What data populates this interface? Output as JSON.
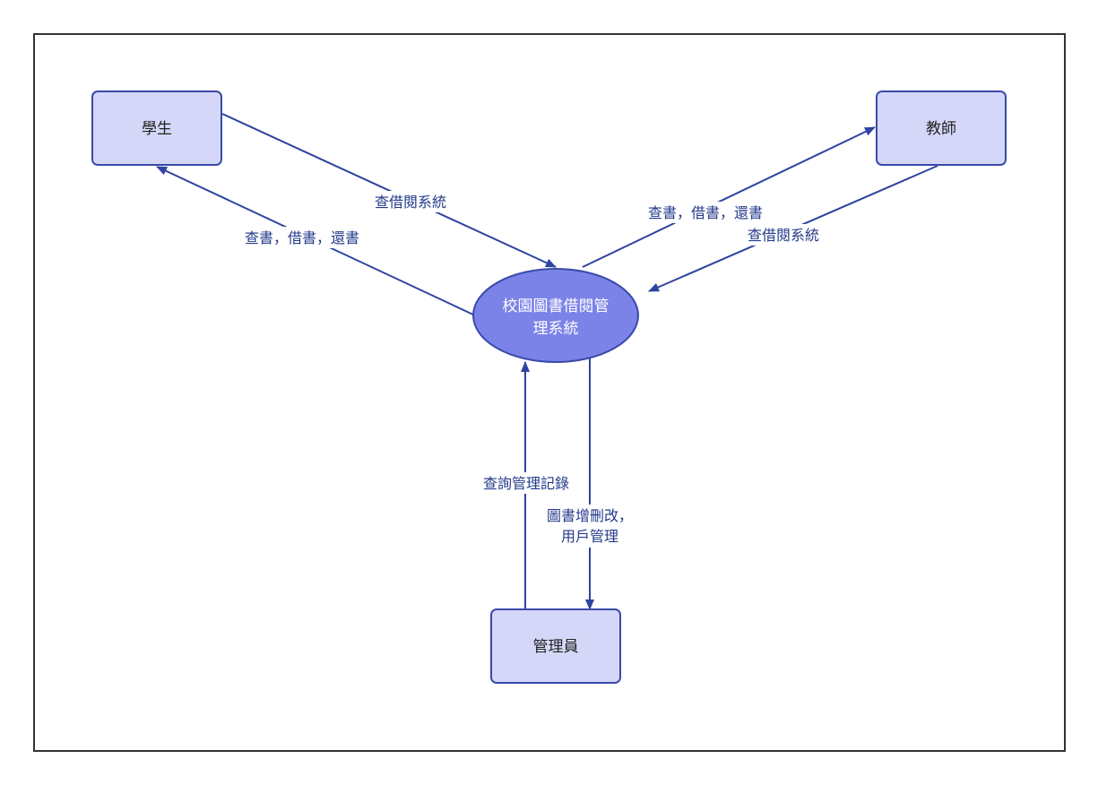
{
  "diagram": {
    "center": {
      "line1": "校園圖書借閱管",
      "line2": "理系統"
    },
    "entities": {
      "student": "學生",
      "teacher": "教師",
      "admin": "管理員"
    },
    "edges": {
      "student_to_system": "查借閱系統",
      "system_to_student": "查書，借書，還書",
      "system_to_teacher": "查書，借書，還書",
      "teacher_to_system": "查借閱系統",
      "admin_to_system": "查詢管理記錄",
      "system_to_admin_line1": "圖書增刪改，",
      "system_to_admin_line2": "用戶管理"
    },
    "colors": {
      "entity_fill": "#d4d7f7",
      "entity_stroke": "#3a4aa8",
      "process_fill": "#7b83e8",
      "edge": "#2f43a0",
      "frame": "#333333"
    }
  }
}
